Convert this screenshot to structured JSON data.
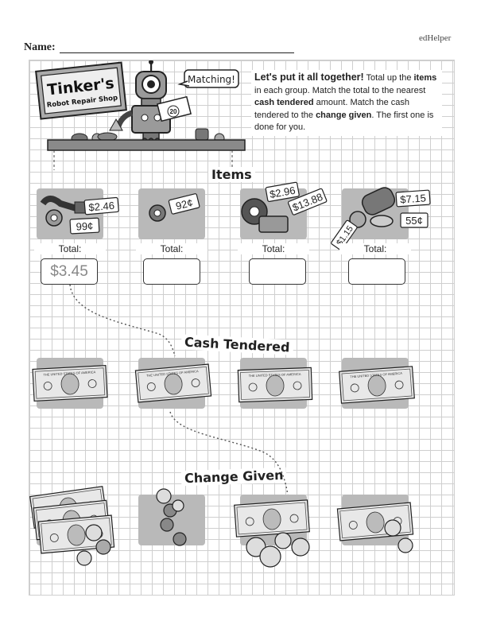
{
  "brand": "edHelper",
  "name_label": "Name:",
  "sign": {
    "title": "Tinker's",
    "subtitle": "Robot Repair Shop"
  },
  "speech": "Matching!",
  "robot_tag": "20",
  "instructions": {
    "lead": "Let's put it all together!",
    "t1": " Total up the ",
    "b1": "items",
    "t2": " in each group. Match the total to the nearest ",
    "b2": "cash tendered",
    "t3": " amount. Match the cash tendered to the ",
    "b3": "change given",
    "t4": ". The first one is done for you."
  },
  "sections": {
    "items": "Items",
    "cash": "Cash Tendered",
    "change": "Change Given"
  },
  "groups": [
    {
      "tags": [
        "$2.46",
        "99¢"
      ],
      "total_label": "Total:",
      "answer": "$3.45"
    },
    {
      "tags": [
        "92¢"
      ],
      "total_label": "Total:",
      "answer": ""
    },
    {
      "tags": [
        "$2.96",
        "$13.88"
      ],
      "total_label": "Total:",
      "answer": ""
    },
    {
      "tags": [
        "$7.15",
        "55¢",
        "$1.15"
      ],
      "total_label": "Total:",
      "answer": ""
    }
  ],
  "bill_text": "THE UNITED STATES OF AMERICA"
}
